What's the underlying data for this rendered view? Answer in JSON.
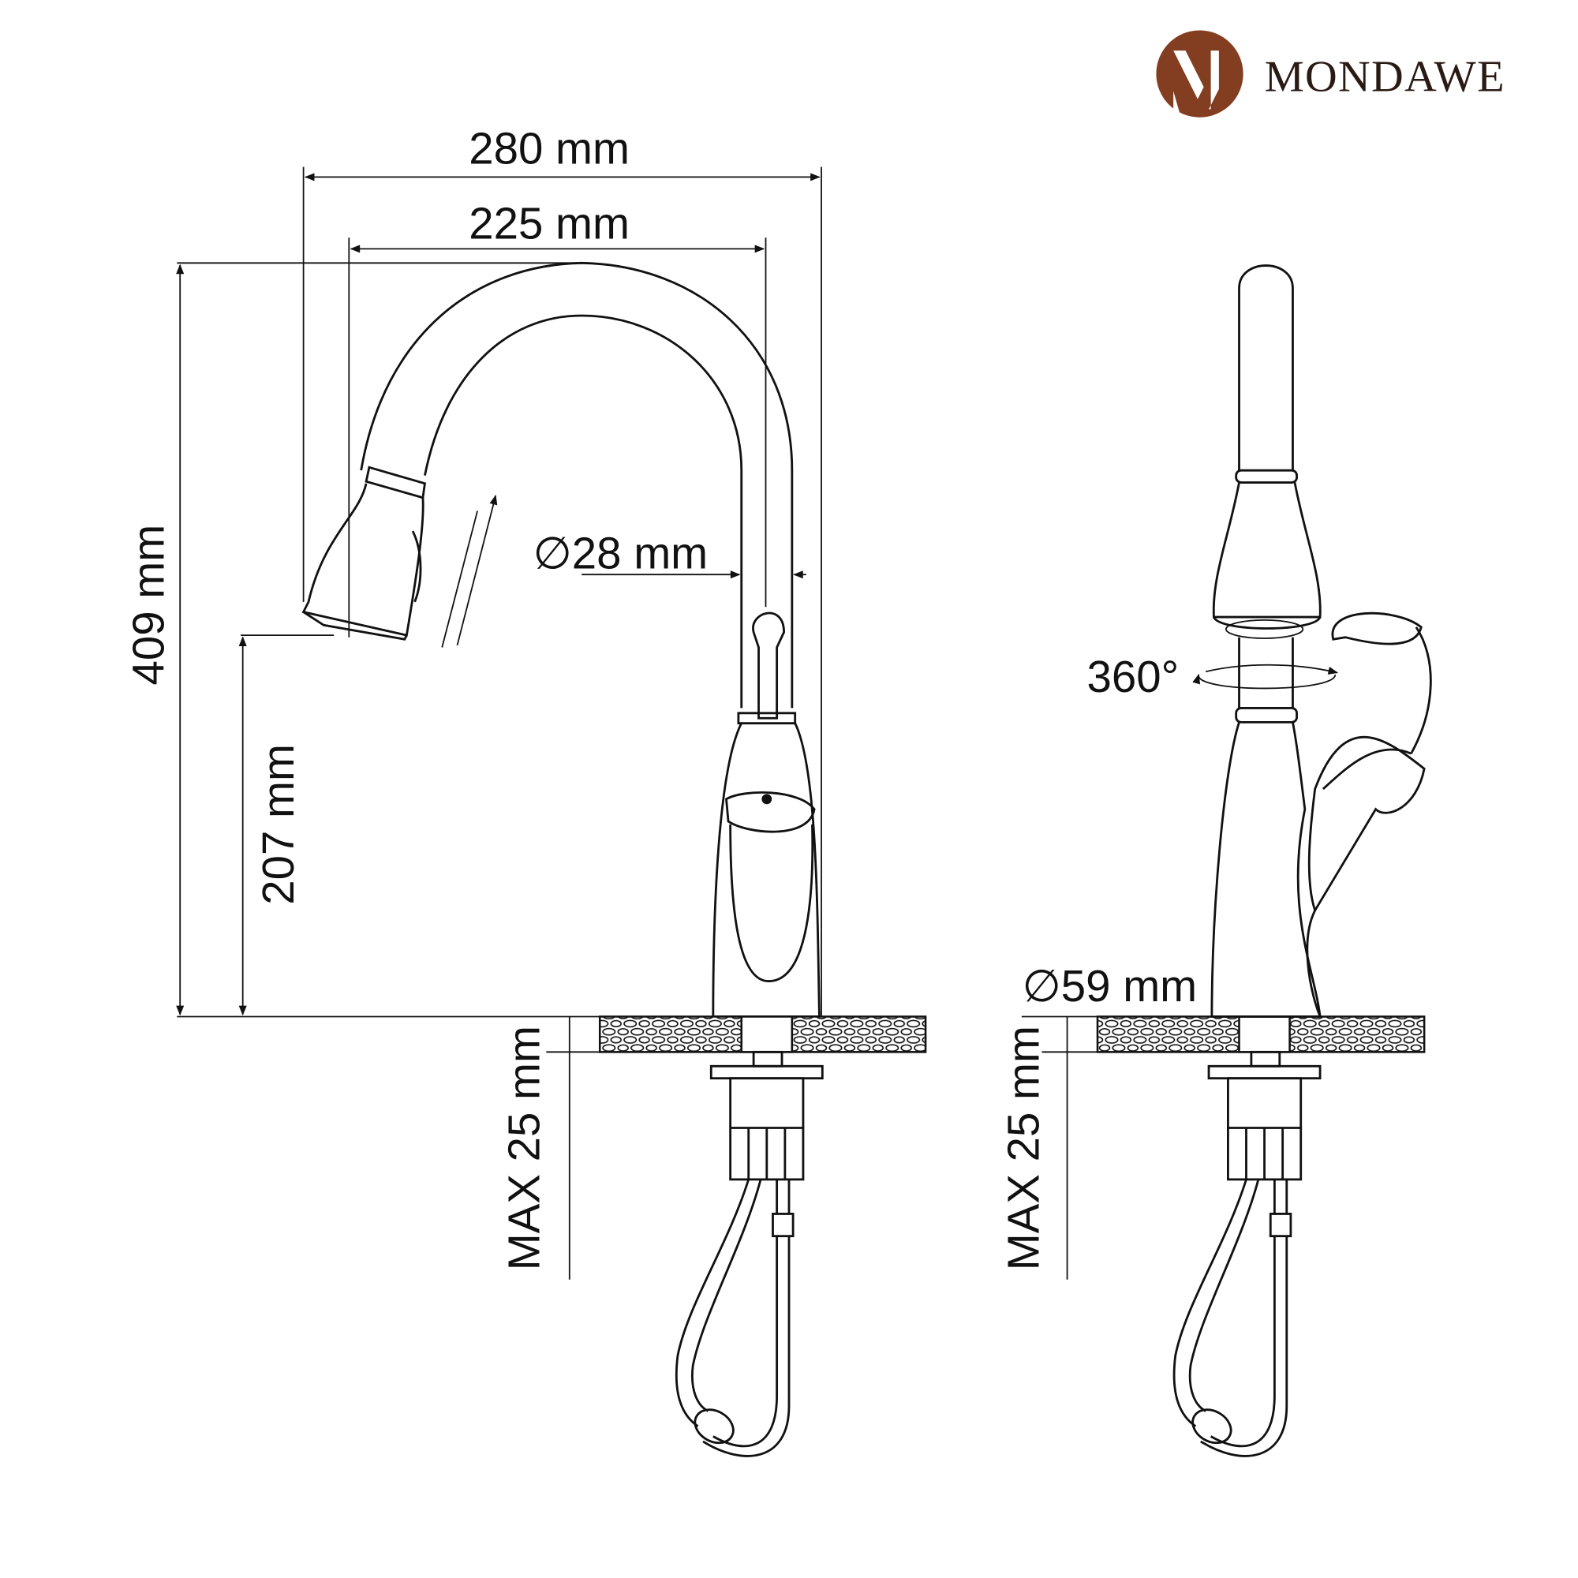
{
  "brand": {
    "name": "MONDAWE",
    "logo_color": "#833d20"
  },
  "side_view": {
    "overall_width": "280 mm",
    "spout_reach": "225 mm",
    "overall_height": "409 mm",
    "spout_height": "207 mm",
    "spout_diameter": "28 mm",
    "max_deck_thickness": "MAX 25 mm"
  },
  "front_view": {
    "rotation": "360°",
    "base_diameter": "59 mm",
    "max_deck_thickness": "MAX 25 mm"
  },
  "diameter_symbol": "∅"
}
